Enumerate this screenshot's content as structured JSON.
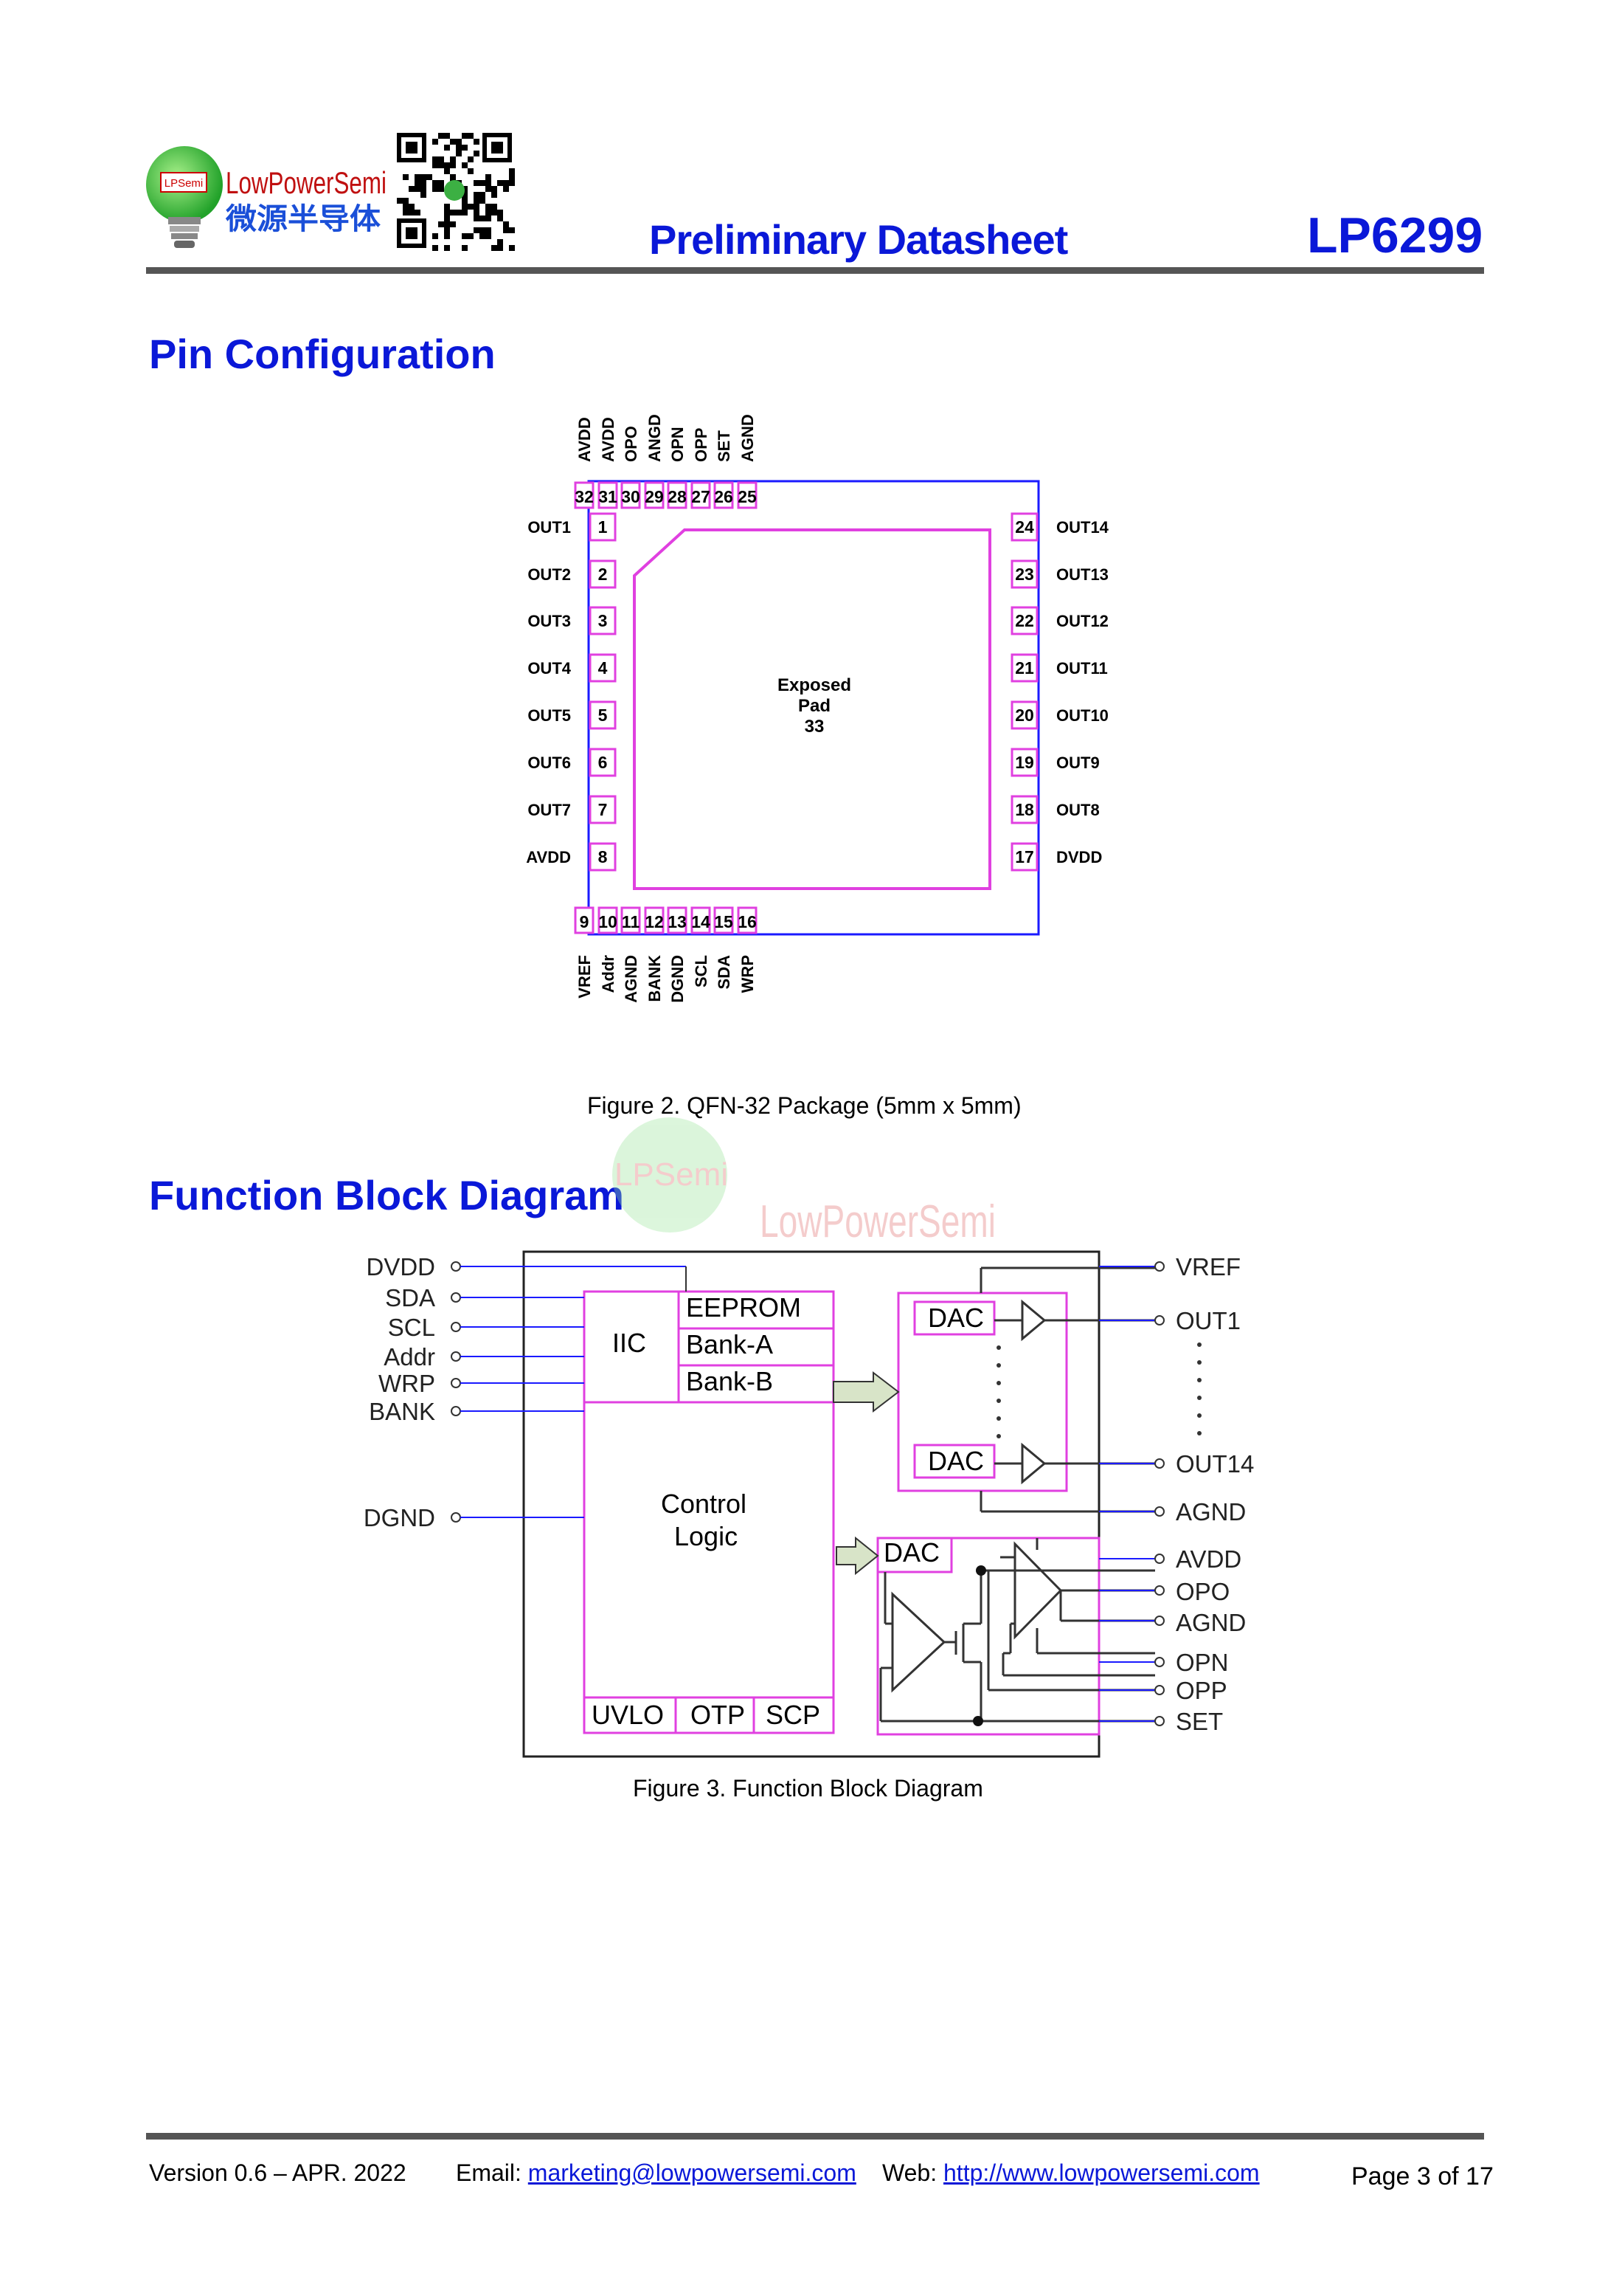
{
  "header": {
    "logo": {
      "brand_en": "LowPowerSemi",
      "brand_cn": "微源半导体",
      "badge": "LPSemi"
    },
    "doc_title": "Preliminary Datasheet",
    "part_number": "LP6299"
  },
  "sections": {
    "pin_config": "Pin Configuration",
    "function_block": "Function Block Diagram"
  },
  "pin_diagram": {
    "top_pins": [
      {
        "num": "32",
        "name": "AVDD"
      },
      {
        "num": "31",
        "name": "AVDD"
      },
      {
        "num": "30",
        "name": "OPO"
      },
      {
        "num": "29",
        "name": "ANGD"
      },
      {
        "num": "28",
        "name": "OPN"
      },
      {
        "num": "27",
        "name": "OPP"
      },
      {
        "num": "26",
        "name": "SET"
      },
      {
        "num": "25",
        "name": "AGND"
      }
    ],
    "left_pins": [
      {
        "num": "1",
        "name": "OUT1"
      },
      {
        "num": "2",
        "name": "OUT2"
      },
      {
        "num": "3",
        "name": "OUT3"
      },
      {
        "num": "4",
        "name": "OUT4"
      },
      {
        "num": "5",
        "name": "OUT5"
      },
      {
        "num": "6",
        "name": "OUT6"
      },
      {
        "num": "7",
        "name": "OUT7"
      },
      {
        "num": "8",
        "name": "AVDD"
      }
    ],
    "right_pins": [
      {
        "num": "24",
        "name": "OUT14"
      },
      {
        "num": "23",
        "name": "OUT13"
      },
      {
        "num": "22",
        "name": "OUT12"
      },
      {
        "num": "21",
        "name": "OUT11"
      },
      {
        "num": "20",
        "name": "OUT10"
      },
      {
        "num": "19",
        "name": "OUT9"
      },
      {
        "num": "18",
        "name": "OUT8"
      },
      {
        "num": "17",
        "name": "DVDD"
      }
    ],
    "bottom_pins": [
      {
        "num": "9",
        "name": "VREF"
      },
      {
        "num": "10",
        "name": "Addr"
      },
      {
        "num": "11",
        "name": "AGND"
      },
      {
        "num": "12",
        "name": "BANK"
      },
      {
        "num": "13",
        "name": "DGND"
      },
      {
        "num": "14",
        "name": "SCL"
      },
      {
        "num": "15",
        "name": "SDA"
      },
      {
        "num": "16",
        "name": "WRP"
      }
    ],
    "center": [
      "Exposed",
      "Pad",
      "33"
    ]
  },
  "figure2_caption": "Figure 2. QFN-32 Package (5mm x 5mm)",
  "block_diagram": {
    "left_signals": [
      "DVDD",
      "SDA",
      "SCL",
      "Addr",
      "WRP",
      "BANK",
      "DGND"
    ],
    "right_signals": [
      "VREF",
      "OUT1",
      "OUT14",
      "AGND",
      "AVDD",
      "OPO",
      "AGND",
      "OPN",
      "OPP",
      "SET"
    ],
    "blocks": {
      "iic": "IIC",
      "eeprom": "EEPROM",
      "bank_a": "Bank-A",
      "bank_b": "Bank-B",
      "control_1": "Control",
      "control_2": "Logic",
      "uvlo": "UVLO",
      "otp": "OTP",
      "scp": "SCP",
      "dac": "DAC"
    },
    "watermark": {
      "badge": "LPSemi",
      "brand": "LowPowerSemi"
    }
  },
  "figure3_caption": "Figure 3. Function Block Diagram",
  "footer": {
    "version": "Version 0.6 – APR. 2022",
    "email_label": "Email:",
    "email": "marketing@lowpowersemi.com",
    "web_label": "Web:",
    "web": "http://www.lowpowersemi.com",
    "page_label": "Page",
    "page_num": "3",
    "of_label": "of",
    "page_total": "17"
  }
}
